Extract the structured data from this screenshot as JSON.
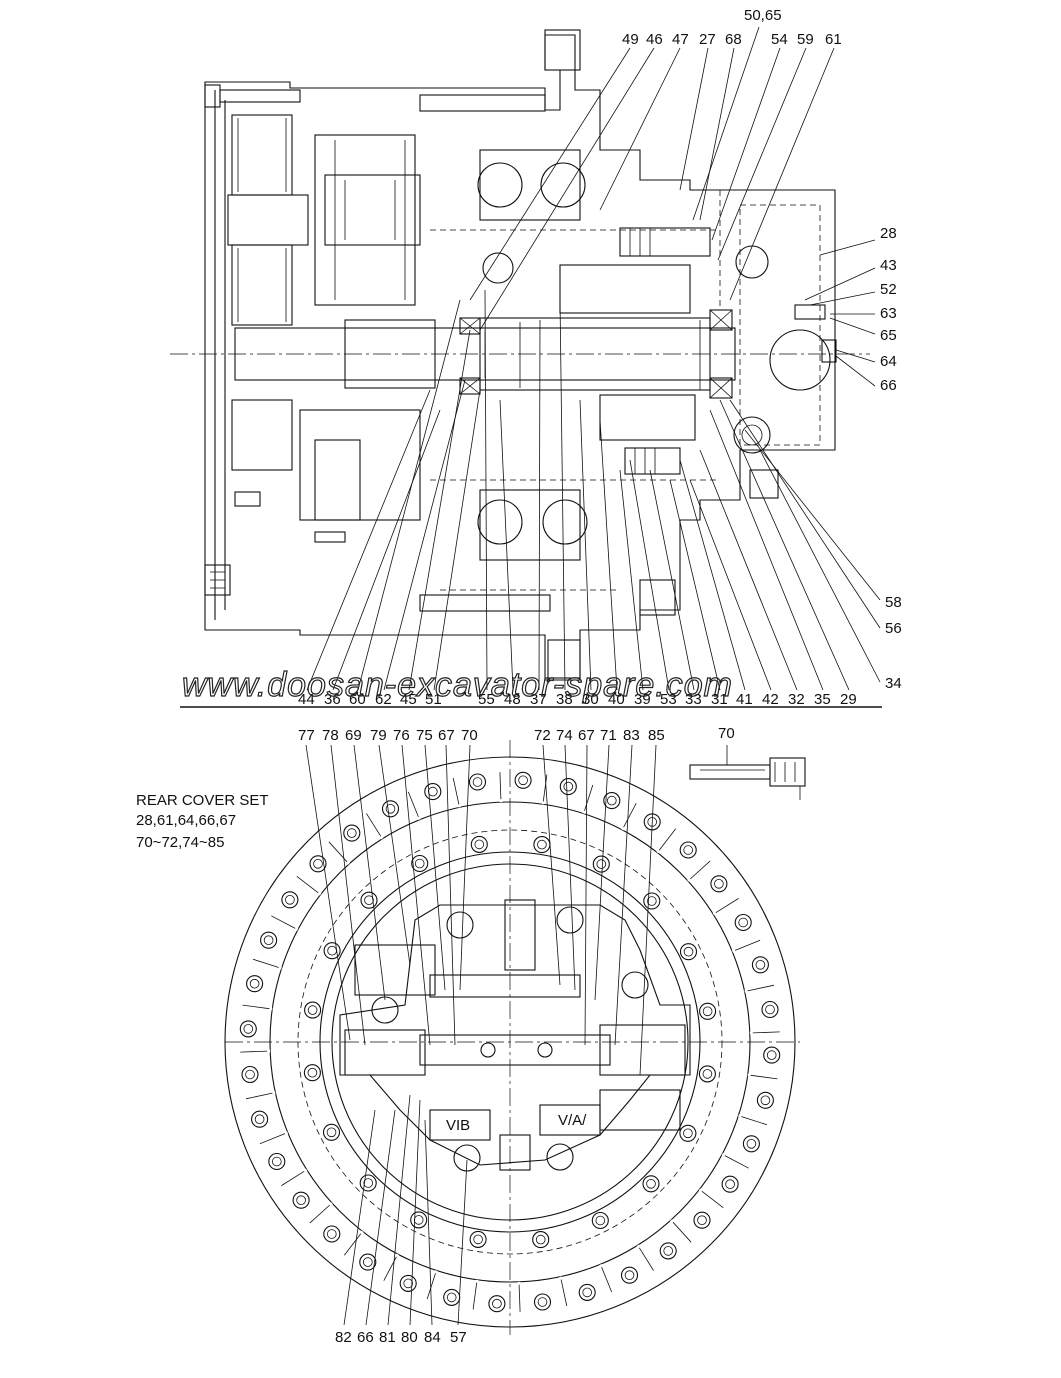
{
  "top_diagram": {
    "top_labels": [
      {
        "text": "50,65"
      },
      {
        "text": "49"
      },
      {
        "text": "46"
      },
      {
        "text": "47"
      },
      {
        "text": "27"
      },
      {
        "text": "68"
      },
      {
        "text": "54"
      },
      {
        "text": "59"
      },
      {
        "text": "61"
      }
    ],
    "right_labels": [
      {
        "text": "28"
      },
      {
        "text": "43"
      },
      {
        "text": "52"
      },
      {
        "text": "63"
      },
      {
        "text": "65"
      },
      {
        "text": "64"
      },
      {
        "text": "66"
      },
      {
        "text": "58"
      },
      {
        "text": "56"
      },
      {
        "text": "34"
      }
    ],
    "bottom_labels": [
      {
        "text": "44"
      },
      {
        "text": "36"
      },
      {
        "text": "60"
      },
      {
        "text": "62"
      },
      {
        "text": "45"
      },
      {
        "text": "51"
      },
      {
        "text": "55"
      },
      {
        "text": "48"
      },
      {
        "text": "37"
      },
      {
        "text": "38"
      },
      {
        "text": "30"
      },
      {
        "text": "40"
      },
      {
        "text": "39"
      },
      {
        "text": "53"
      },
      {
        "text": "33"
      },
      {
        "text": "31"
      },
      {
        "text": "41"
      },
      {
        "text": "42"
      },
      {
        "text": "32"
      },
      {
        "text": "35"
      },
      {
        "text": "29"
      }
    ]
  },
  "watermark": "www.doosan-excavator-spare.com",
  "rear_cover": {
    "title": "REAR COVER SET",
    "line1": "28,61,64,66,67",
    "line2": "70~72,74~85",
    "top_labels": [
      {
        "text": "77"
      },
      {
        "text": "78"
      },
      {
        "text": "69"
      },
      {
        "text": "79"
      },
      {
        "text": "76"
      },
      {
        "text": "75"
      },
      {
        "text": "67"
      },
      {
        "text": "70"
      },
      {
        "text": "72"
      },
      {
        "text": "74"
      },
      {
        "text": "67"
      },
      {
        "text": "71"
      },
      {
        "text": "83"
      },
      {
        "text": "85"
      }
    ],
    "detail_label": "70",
    "bottom_labels": [
      {
        "text": "82"
      },
      {
        "text": "66"
      },
      {
        "text": "81"
      },
      {
        "text": "80"
      },
      {
        "text": "84"
      },
      {
        "text": "57"
      }
    ],
    "port_b": "VIB",
    "port_a": "V/A/"
  }
}
